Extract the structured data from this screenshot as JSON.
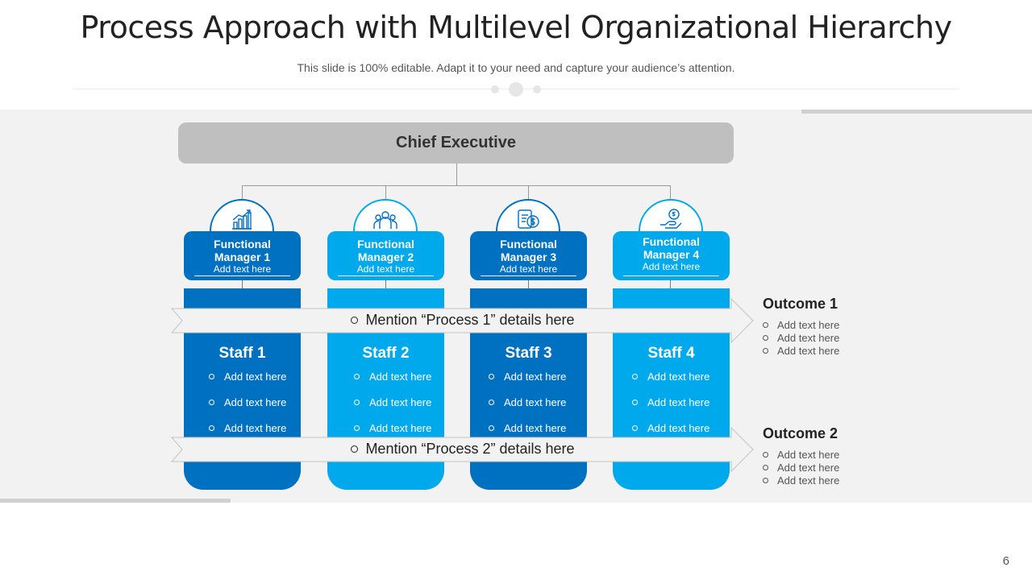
{
  "title": "Process Approach with Multilevel Organizational Hierarchy",
  "subtitle": "This slide is 100% editable. Adapt it to your need and capture your audience’s attention.",
  "ceo": "Chief Executive",
  "managers": [
    {
      "line1": "Functional",
      "line2": "Manager 1",
      "sub": "Add text here",
      "icon": "growth-chart-icon"
    },
    {
      "line1": "Functional",
      "line2": "Manager 2",
      "sub": "Add text here",
      "icon": "team-people-icon"
    },
    {
      "line1": "Functional",
      "line2": "Manager 3",
      "sub": "Add text here",
      "icon": "finance-dollar-icon"
    },
    {
      "line1": "Functional",
      "line2": "Manager 4",
      "sub": "Add text here",
      "icon": "hand-coin-icon"
    }
  ],
  "staff": [
    {
      "title": "Staff 1",
      "items": [
        "Add text here",
        "Add text here",
        "Add text here"
      ]
    },
    {
      "title": "Staff 2",
      "items": [
        "Add text here",
        "Add text here",
        "Add text here"
      ]
    },
    {
      "title": "Staff 3",
      "items": [
        "Add text here",
        "Add text here",
        "Add text here"
      ]
    },
    {
      "title": "Staff 4",
      "items": [
        "Add text here",
        "Add text here",
        "Add text here"
      ]
    }
  ],
  "processes": [
    "Mention “Process 1” details here",
    "Mention “Process 2” details here"
  ],
  "outcomes": [
    {
      "title": "Outcome 1",
      "items": [
        "Add text here",
        "Add text here",
        "Add text here"
      ]
    },
    {
      "title": "Outcome 2",
      "items": [
        "Add text here",
        "Add text here",
        "Add text here"
      ]
    }
  ],
  "page_number": "6",
  "colors": {
    "dark_blue": "#0070c0",
    "light_blue": "#00a9eb",
    "ceo_gray": "#bfbfbf",
    "panel_gray": "#f2f2f2"
  }
}
